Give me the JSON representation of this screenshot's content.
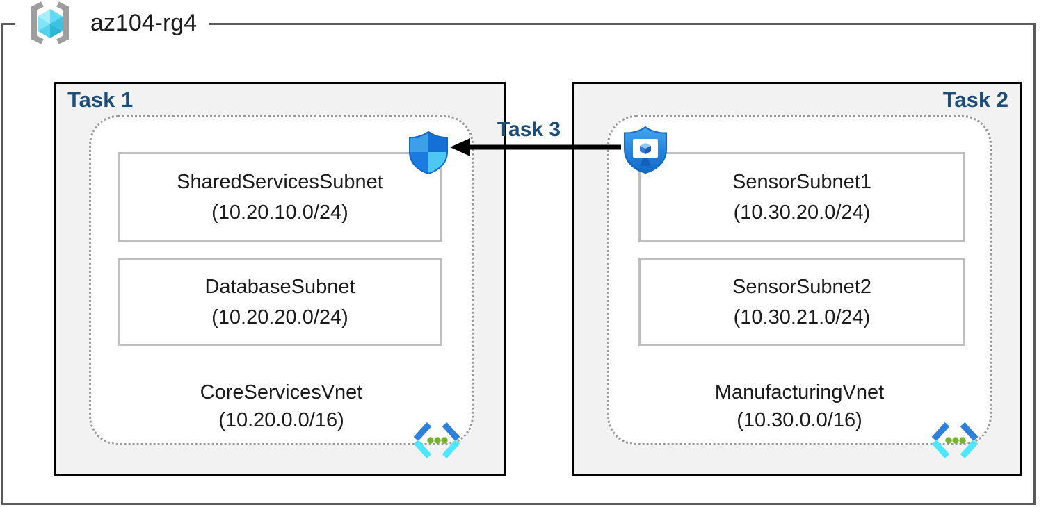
{
  "resource_group": {
    "name": "az104-rg4"
  },
  "task1": {
    "label": "Task 1",
    "vnet_name": "CoreServicesVnet",
    "vnet_cidr": "(10.20.0.0/16)",
    "subnets": [
      {
        "name": "SharedServicesSubnet",
        "cidr": "(10.20.10.0/24)"
      },
      {
        "name": "DatabaseSubnet",
        "cidr": "(10.20.20.0/24)"
      }
    ]
  },
  "task2": {
    "label": "Task 2",
    "vnet_name": "ManufacturingVnet",
    "vnet_cidr": "(10.30.0.0/16)",
    "subnets": [
      {
        "name": "SensorSubnet1",
        "cidr": "(10.30.20.0/24)"
      },
      {
        "name": "SensorSubnet2",
        "cidr": "(10.30.21.0/24)"
      }
    ]
  },
  "task3": {
    "label": "Task 3"
  },
  "icons": {
    "resource_group": "azure-resource-group-icon",
    "shield": "network-security-shield-icon",
    "bastion": "azure-bastion-icon",
    "vnet": "virtual-network-icon"
  },
  "colors": {
    "task_label": "#1c4e79",
    "task_box_fill": "#f2f2f2",
    "task_box_border": "#000000",
    "outer_border": "#595959",
    "subnet_border": "#bfbfbf",
    "dotted_border": "#999999",
    "arrow": "#000000",
    "vnet_cyan": "#50e6ff",
    "azure_blue": "#1b7fe0"
  }
}
